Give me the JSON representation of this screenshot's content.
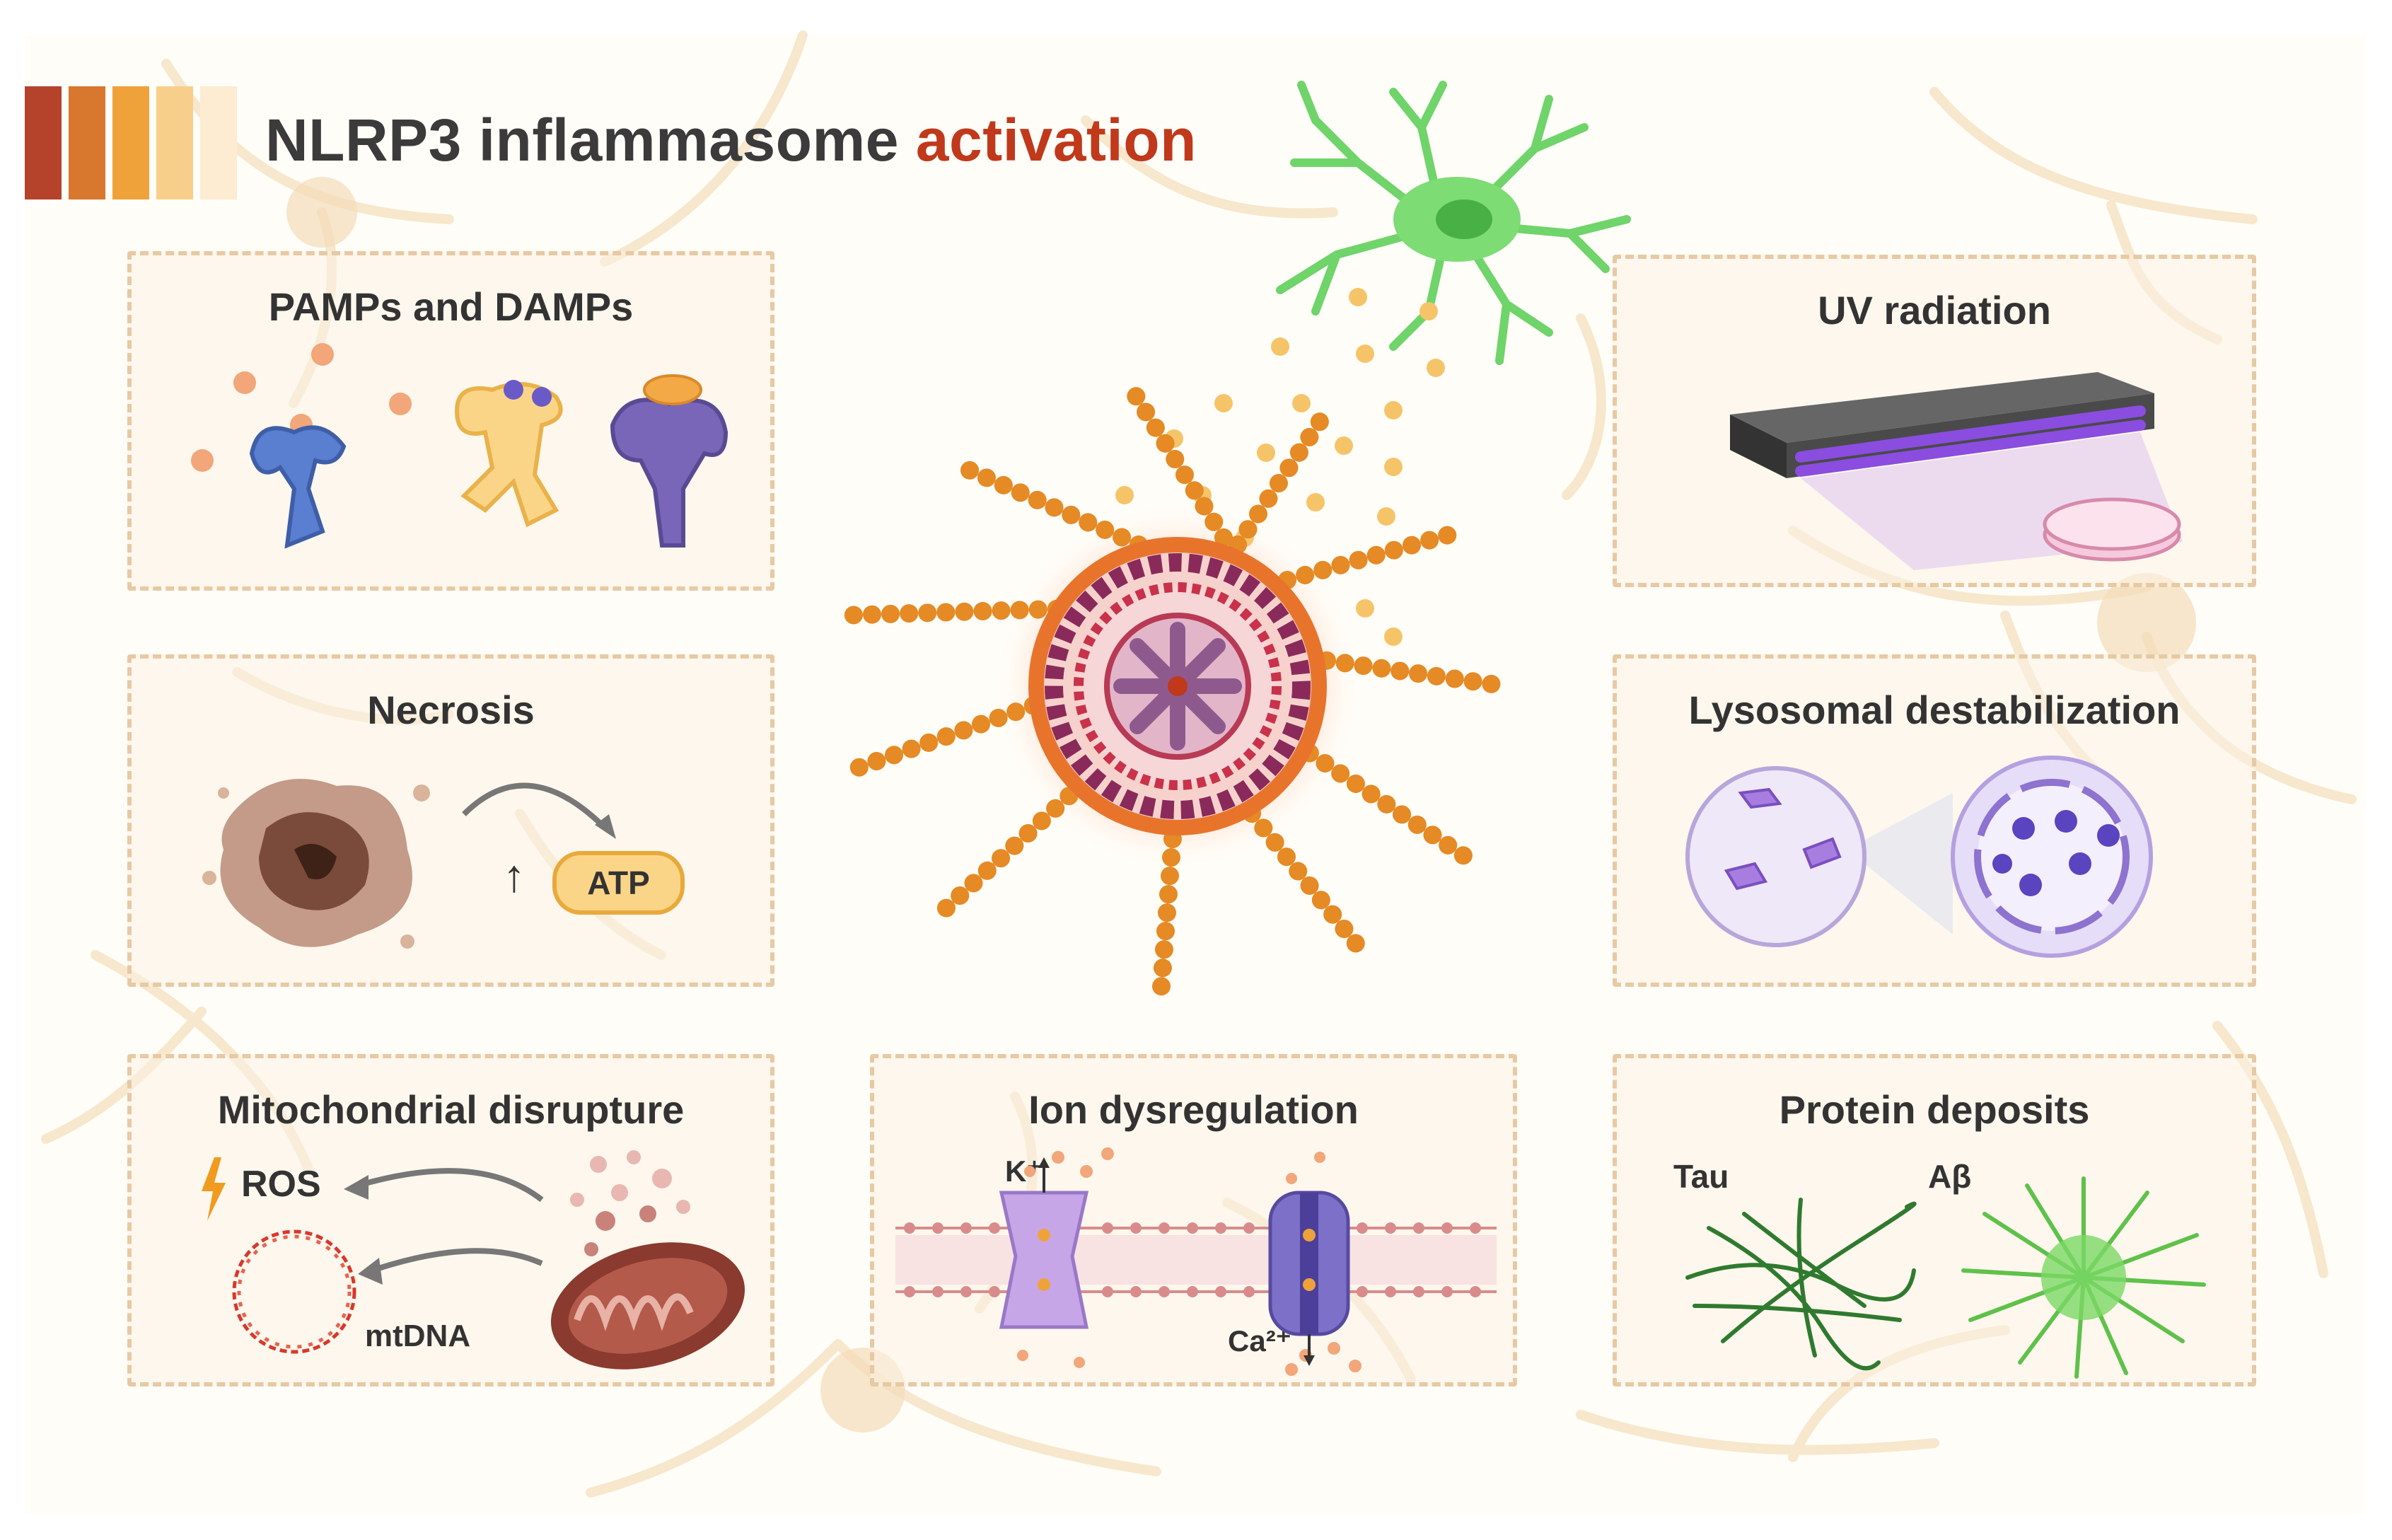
{
  "title": {
    "main": "NLRP3 inflammasome",
    "accent": "activation"
  },
  "colors": {
    "accent": "#c0391b",
    "header_bars": [
      "#b5432c",
      "#d8772e",
      "#f0a23a",
      "#f8cf8a",
      "#fdebd2"
    ],
    "panel_border": "#e7c9a4",
    "inflammasome_glow": "#ff5a2a",
    "microglia": "#6fd46a"
  },
  "panels": {
    "pamps": {
      "title": "PAMPs and DAMPs"
    },
    "uv": {
      "title": "UV radiation"
    },
    "necrosis": {
      "title": "Necrosis",
      "arrow": "↑",
      "atp": "ATP"
    },
    "lysosome": {
      "title": "Lysosomal destabilization"
    },
    "mito": {
      "title": "Mitochondrial disrupture",
      "ros": "ROS",
      "mtdna": "mtDNA"
    },
    "ion": {
      "title": "Ion dysregulation",
      "k": "K⁺",
      "ca": "Ca²⁺"
    },
    "protein": {
      "title": "Protein deposits",
      "tau": "Tau",
      "abeta": "Aβ"
    }
  }
}
